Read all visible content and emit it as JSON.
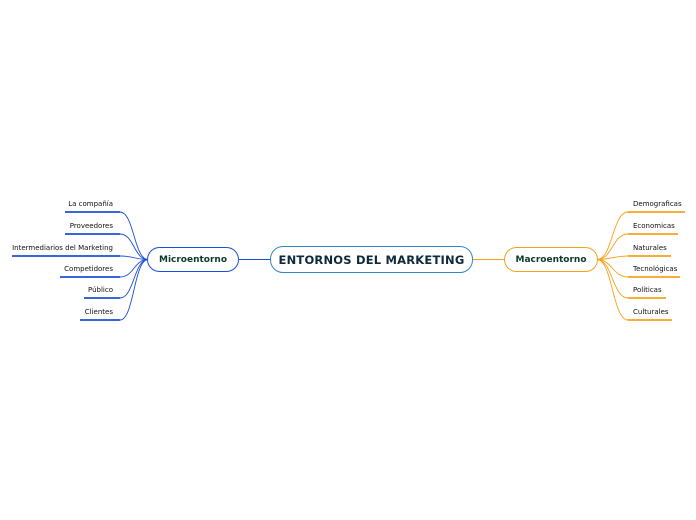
{
  "mindmap": {
    "root": {
      "label": "ENTORNOS DEL MARKETING"
    },
    "left_branch": {
      "label": "Microentorno",
      "color": "#1d4fd6",
      "children": [
        "La compañía",
        "Proveedores",
        "Intermediarios del Marketing",
        "Competidores",
        "Público",
        "Clientes"
      ]
    },
    "right_branch": {
      "label": "Macroentorno",
      "color": "#f5a21b",
      "children": [
        "Demograficas",
        "Economicas",
        "Naturales",
        "Tecnológicas",
        "Políticas",
        "Culturales"
      ]
    },
    "root_color": "#2f86c6"
  }
}
